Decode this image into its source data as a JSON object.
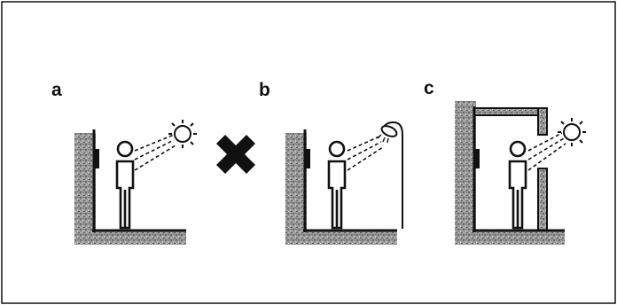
{
  "figure": {
    "panels": [
      {
        "label": "a",
        "light_source": "sun"
      },
      {
        "label": "b",
        "light_source": "lamp"
      },
      {
        "label": "c",
        "light_source": "sun"
      }
    ],
    "separator": "cross-mark",
    "colors": {
      "ink": "#111111",
      "stone": "#8f8f8f",
      "background": "#ffffff"
    }
  }
}
